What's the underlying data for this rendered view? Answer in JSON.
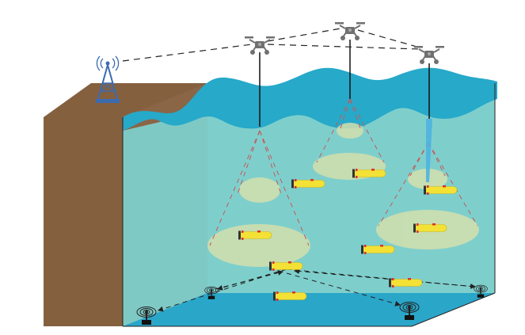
{
  "diagram": {
    "kind": "underwater-sensor-network-scene",
    "colors": {
      "seabed_soil": "#85603f",
      "water": "#7ecfcc",
      "sea_surface": "#27a9c9",
      "sea_floor": "#2aa6c9",
      "coverage_zone": "#d3dfad",
      "auv_body": "#f3e135",
      "uav_body": "#707070",
      "tower": "#3b6bb0",
      "beam": "#c25a5a",
      "link": "#222222"
    },
    "icons": {
      "tower": "radio-tower-icon",
      "uav": "quadcopter-drone-icon",
      "auv": "underwater-vehicle-icon",
      "buoy": "seabed-sonar-node-icon"
    },
    "counts": {
      "uavs": 3,
      "auvs": 9,
      "seabed_nodes": 4,
      "coverage_zones": 6
    }
  }
}
